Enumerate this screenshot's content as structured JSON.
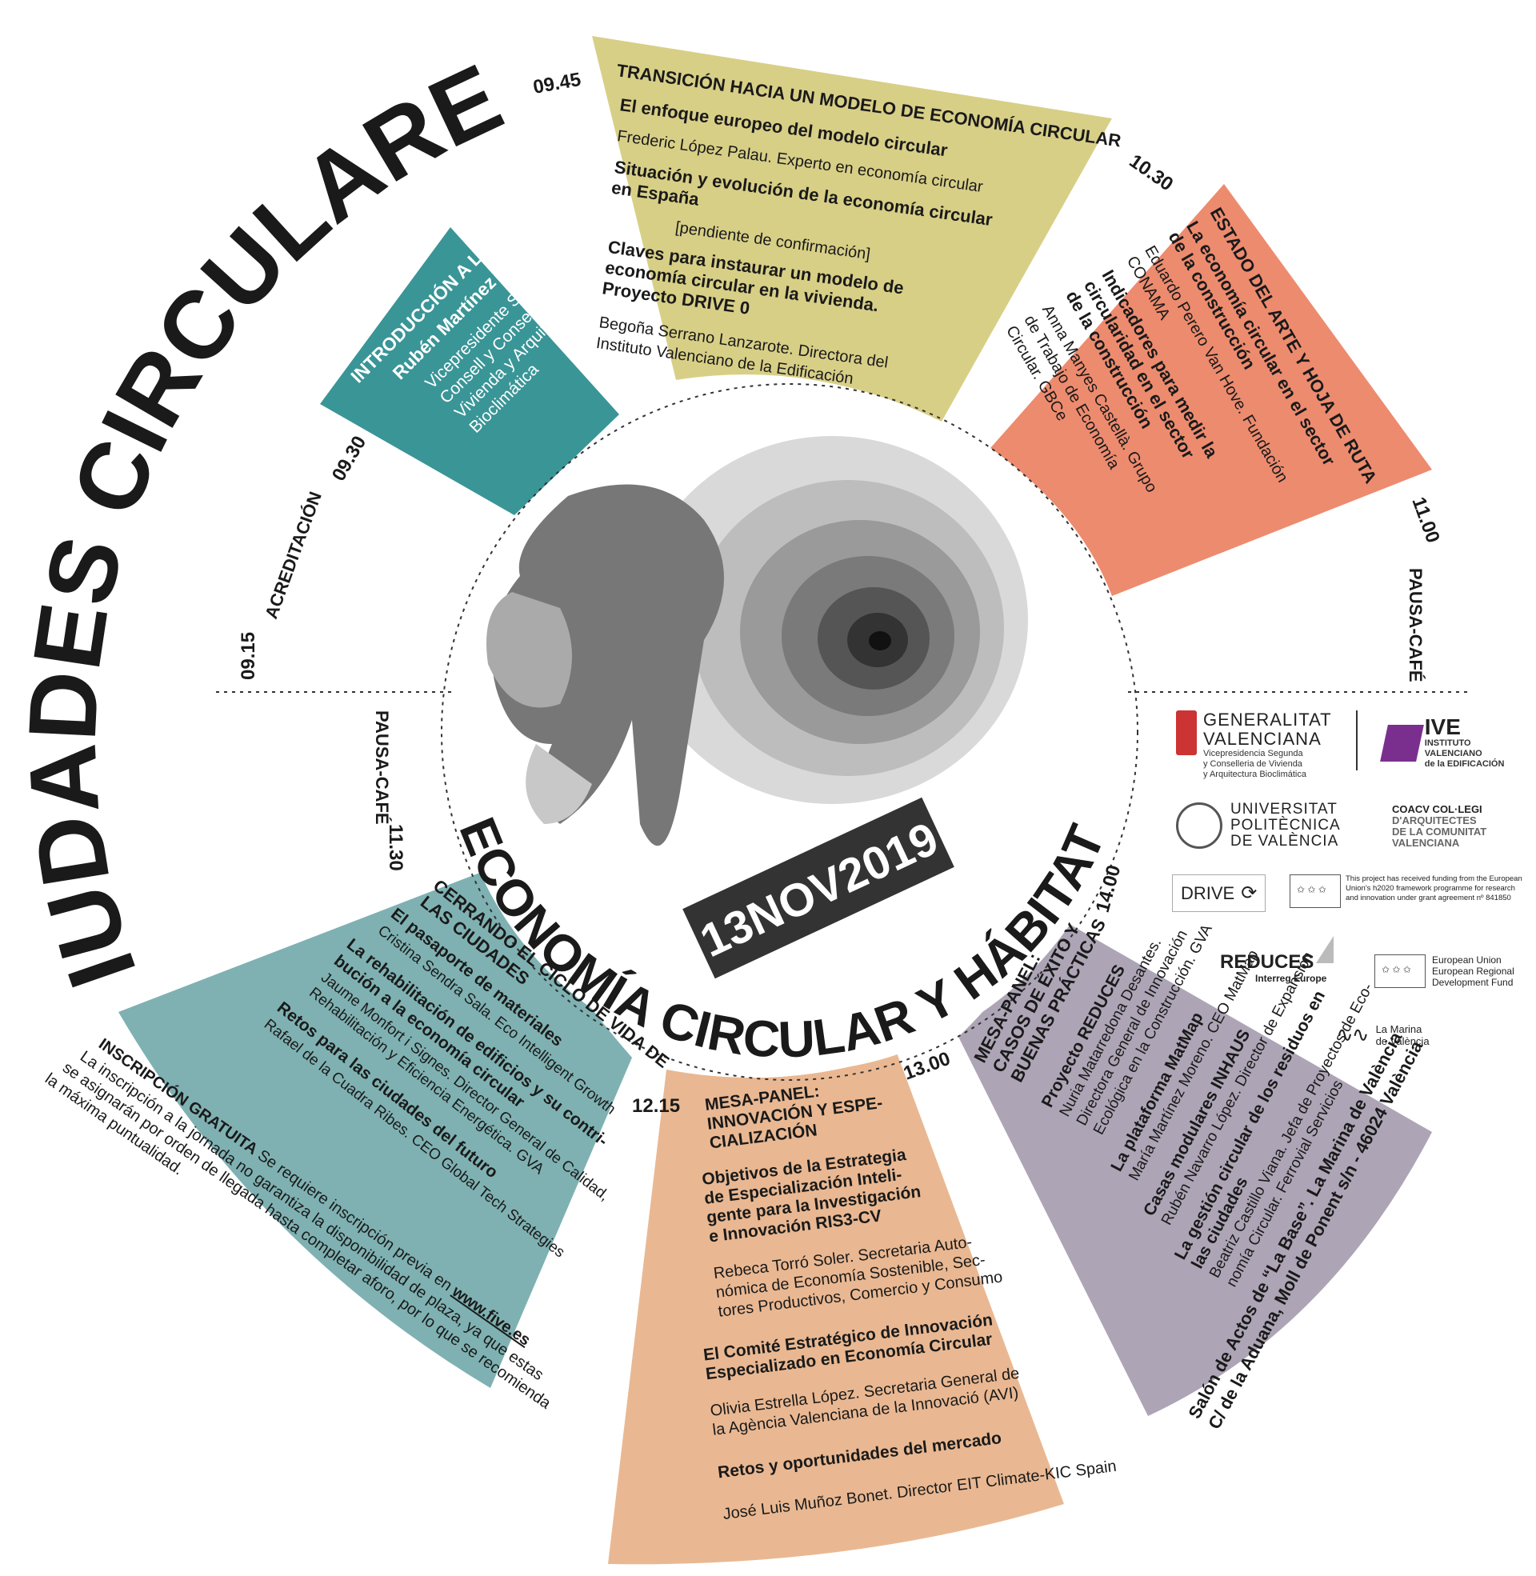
{
  "title": "CIUDADES CIRCULARES",
  "subtitle": "ECONOMÍA CIRCULAR Y HÁBITAT",
  "date": "13NOV2019",
  "times": {
    "t0915": "09.15",
    "t0930": "09.30",
    "t0945": "09.45",
    "t1030": "10.30",
    "t1100": "11.00",
    "t1130": "11.30",
    "t1215": "12.15",
    "t1300": "13.00",
    "t1400": "14.00"
  },
  "labels": {
    "acreditacion": "ACREDITACIÓN",
    "pausa1": "PAUSA-CAFÉ",
    "pausa2": "PAUSA-CAFÉ"
  },
  "intro": {
    "heading": "INTRODUCCIÓN A LA JORNADA",
    "speaker": "Rubén Martínez Dalmau",
    "role1": "Vicepresidente Segundo del",
    "role2": "Consell y Conseller de",
    "role3": "Vivienda y Arquitectura",
    "role4": "Bioclimática"
  },
  "transicion": {
    "heading": "TRANSICIÓN HACIA UN MODELO DE ECONOMÍA CIRCULAR",
    "talk1": "El enfoque europeo del modelo circular",
    "speaker1": "Frederic López Palau. Experto en economía circular",
    "talk2a": "Situación y evolución de la economía circular",
    "talk2b": "en España",
    "speaker2": "[pendiente de confirmación]",
    "talk3a": "Claves para instaurar un modelo de",
    "talk3b": "economía circular en la vivienda.",
    "talk3c": "Proyecto DRIVE 0",
    "speaker3a": "Begoña Serrano Lanzarote. Directora del",
    "speaker3b": "Instituto Valenciano de la Edificación"
  },
  "estado": {
    "heading": "ESTADO DEL ARTE Y HOJA DE RUTA",
    "talk1a": "La economía circular en el sector",
    "talk1b": "de la construcción",
    "speaker1a": "Eduardo Perero Van Hove. Fundación",
    "speaker1b": "CONAMA",
    "talk2a": "Indicadores para medir la",
    "talk2b": "circularidad en el sector",
    "talk2c": "de la construcción",
    "speaker2a": "Anna Manyes Castellà. Grupo",
    "speaker2b": "de Trabajo de Economía",
    "speaker2c": "Circular. GBCe"
  },
  "mesa1": {
    "heading1": "MESA-PANEL:",
    "heading2": "CASOS DE ÉXITO Y",
    "heading3": "BUENAS PRÁCTICAS",
    "talk1": "Proyecto REDUCES",
    "speaker1a": "Nuria Matarredona Desantes.",
    "speaker1b": "Directora General de Innovación",
    "speaker1c": "Ecológica en la Construcción. GVA",
    "talk2": "La plataforma MatMap",
    "speaker2": "María Martínez Moreno. CEO MatMap",
    "talk3": "Casas modulares INHAUS",
    "speaker3": "Rubén Navarro López. Director de Expansión",
    "talk4a": "La gestión circular de los residuos en",
    "talk4b": "las ciudades",
    "speaker4a": "Beatriz Castillo Viana. Jefa de Proyectos de Eco-",
    "speaker4b": "nomía Circular. Ferrovial Servicios"
  },
  "mesa2": {
    "heading1": "MESA-PANEL:",
    "heading2": "INNOVACIÓN Y ESPE-",
    "heading3": "CIALIZACIÓN",
    "talk1a": "Objetivos de la Estrategia",
    "talk1b": "de Especialización Inteli-",
    "talk1c": "gente para la Investigación",
    "talk1d": "e Innovación RIS3-CV",
    "speaker1a": "Rebeca Torró Soler. Secretaria Auto-",
    "speaker1b": "nómica de Economía Sostenible, Sec-",
    "speaker1c": "tores Productivos, Comercio y Consumo",
    "talk2a": "El Comité Estratégico de Innovación",
    "talk2b": "Especializado en Economía Circular",
    "speaker2a": "Olivia Estrella López. Secretaria General de",
    "speaker2b": "la Agència Valenciana de la Innovació (AVI)",
    "talk3": "Retos y oportunidades del mercado",
    "speaker3": "José Luis Muñoz Bonet. Director EIT Climate-KIC Spain"
  },
  "cerrando": {
    "heading1": "CERRANDO EL CICLO DE VIDA DE",
    "heading2": "LAS CIUDADES",
    "talk1": "El pasaporte de materiales",
    "speaker1": "Cristina Sendra Sala. Eco Intelligent Growth",
    "talk2a": "La rehabilitación de edificios y su contri-",
    "talk2b": "bución a la economía circular",
    "speaker2a": "Jaume Monfort i Signes. Director General de Calidad,",
    "speaker2b": "Rehabilitación y Eficiencia Energética. GVA",
    "talk3": "Retos para las ciudades del futuro",
    "speaker3": "Rafael de la Cuadra Ribes. CEO Global Tech Strategies"
  },
  "venue": {
    "line1": "Salón de Actos de “La Base”. La Marina de València",
    "line2": "C/ de la Aduana, Moll de Ponent s/n - 46024 València"
  },
  "registration": {
    "heading": "INSCRIPCIÓN GRATUITA",
    "line1": "Se requiere inscripción previa en",
    "url": "www.five.es",
    "line2": "La inscripción a la jornada no garantiza la disponibilidad de plaza, ya que estas",
    "line3": "se asignarán por orden de llegada hasta completar aforo, por lo que se recomienda",
    "line4": "la máxima puntualidad."
  },
  "logos": {
    "gva1": "GENERALITAT",
    "gva2": "VALENCIANA",
    "gva3": "Vicepresidencia Segunda",
    "gva4": "y Conselleria de Vivienda",
    "gva5": "y Arquitectura Bioclimática",
    "ive1": "IVE",
    "ive2": "INSTITUTO VALENCIANO",
    "ive3": "de la EDIFICACIÓN",
    "upv1": "UNIVERSITAT",
    "upv2": "POLITÈCNICA",
    "upv3": "DE VALÈNCIA",
    "coacv1": "COACV COL·LEGI",
    "coacv2": "D'ARQUITECTES",
    "coacv3": "DE LA COMUNITAT",
    "coacv4": "VALENCIANA",
    "drive": "DRIVE",
    "h2020a": "This project has received funding from the European",
    "h2020b": "Union's h2020 framework programme for research",
    "h2020c": "and innovation under grant agreement nº 841850",
    "reduces1": "REDUCES",
    "reduces2": "Interreg Europe",
    "eu1": "European Union",
    "eu2": "European Regional",
    "eu3": "Development Fund",
    "marina1": "La Marina",
    "marina2": "de València"
  },
  "colors": {
    "teal": "#3a9597",
    "olive": "#d8cf87",
    "salmon": "#ed8b6f",
    "lavender": "#ada5b6",
    "peach": "#e9b892",
    "seafoam": "#7fb1b2",
    "dark": "#333333"
  }
}
